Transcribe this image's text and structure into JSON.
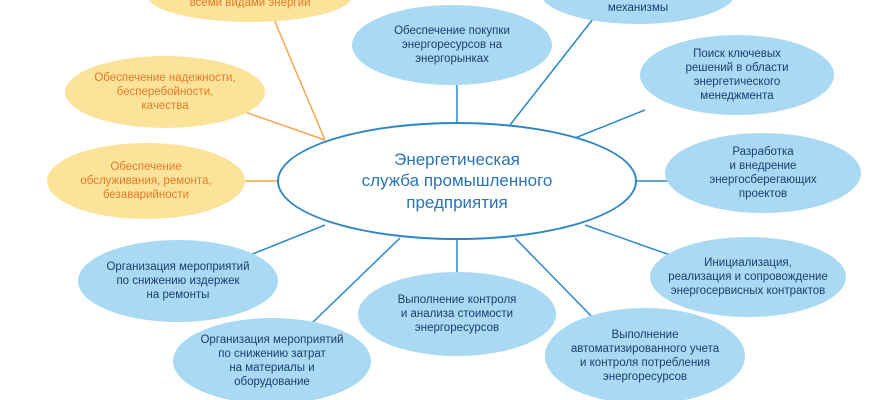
{
  "colors": {
    "blue_fill": "#a9d9f3",
    "blue_text": "#1e3d6d",
    "blue_line": "#2a8ac9",
    "yellow_fill": "#fbe49a",
    "yellow_text": "#e77a28",
    "orange_line": "#f4a64c",
    "center_border": "#2f86c6",
    "center_text": "#2a74b4"
  },
  "center": {
    "label": "Энергетическая\nслужба промышленного\nпредприятия"
  },
  "nodes": {
    "energy_supply": {
      "label": "всеми видами энергии"
    },
    "reliability": {
      "label": "Обеспечение надежности,\nбесперебойности,\nкачества"
    },
    "maintenance": {
      "label": "Обеспечение\nобслуживания, ремонта,\nбезаварийности"
    },
    "purchase": {
      "label": "Обеспечение покупки\nэнергоресурсов на\nэнергорынках"
    },
    "market_mechanisms": {
      "label": "через рыночные\nмеханизмы"
    },
    "key_solutions": {
      "label": "Поиск ключевых\nрешений в области\nэнергетического\nменеджмента"
    },
    "energy_saving": {
      "label": "Разработка\nи внедрение\nэнергосберегающих\nпроектов"
    },
    "contracts": {
      "label": "Инициализация,\nреализация и сопровождение\nэнергосервисных контрактов"
    },
    "auto_accounting": {
      "label": "Выполнение\nавтоматизированного учета\nи контроля потребления\nэнергоресурсов"
    },
    "cost_control": {
      "label": "Выполнение контроля\nи анализа стоимости\nэнергоресурсов"
    },
    "materials_costs": {
      "label": "Организация мероприятий\nпо снижению затрат\nна материалы и\nоборудование"
    },
    "repair_costs": {
      "label": "Организация мероприятий\nпо снижению издержек\nна ремонты"
    }
  }
}
